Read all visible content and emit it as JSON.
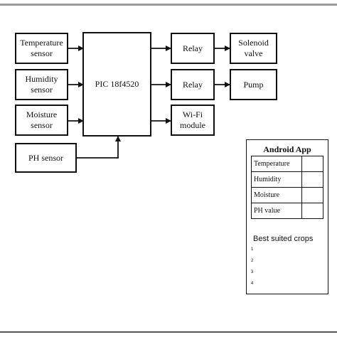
{
  "diagram": {
    "sensors": {
      "temperature": "Temperature\nsensor",
      "humidity": "Humidity\nsensor",
      "moisture": "Moisture\nsensor",
      "ph": "PH sensor"
    },
    "controller": "PIC 18f4520",
    "outputs": {
      "relay1": "Relay",
      "relay2": "Relay",
      "wifi": "Wi-Fi\nmodule",
      "solenoid": "Solenoid\nvalve",
      "pump": "Pump"
    }
  },
  "android_app": {
    "title": "Android App",
    "rows": [
      "Temperature",
      "Humidity",
      "Moisture",
      "PH value"
    ],
    "crops_title": "Best suited crops",
    "crops": [
      "1",
      "2",
      "3",
      "4"
    ]
  }
}
